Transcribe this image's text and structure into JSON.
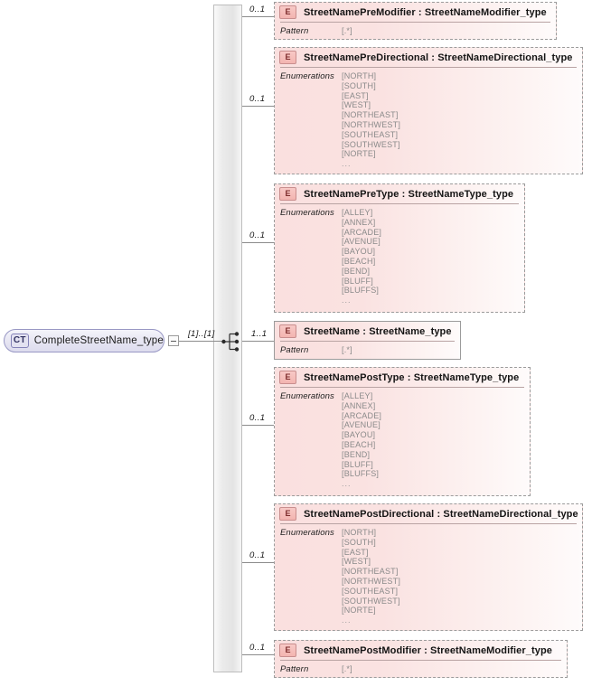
{
  "diagram": {
    "type": "xsd-schema-diagram",
    "root": {
      "badge": "CT",
      "label": "CompleteStreetName_type",
      "cardinality": "[1]..[1]"
    },
    "compositor": "sequence",
    "element_badge": "E",
    "facet_labels": {
      "pattern": "Pattern",
      "enumerations": "Enumerations"
    },
    "ellipsis": "...",
    "elements": [
      {
        "name": "StreetNamePreModifier",
        "type": "StreetNameModifier_type",
        "title": "StreetNamePreModifier : StreetNameModifier_type",
        "cardinality": "0..1",
        "required": false,
        "facet": "Pattern",
        "pattern": "[.*]",
        "enumerations": []
      },
      {
        "name": "StreetNamePreDirectional",
        "type": "StreetNameDirectional_type",
        "title": "StreetNamePreDirectional : StreetNameDirectional_type",
        "cardinality": "0..1",
        "required": false,
        "facet": "Enumerations",
        "pattern": "",
        "enumerations": [
          "[NORTH]",
          "[SOUTH]",
          "[EAST]",
          "[WEST]",
          "[NORTHEAST]",
          "[NORTHWEST]",
          "[SOUTHEAST]",
          "[SOUTHWEST]",
          "[NORTE]",
          "..."
        ]
      },
      {
        "name": "StreetNamePreType",
        "type": "StreetNameType_type",
        "title": "StreetNamePreType : StreetNameType_type",
        "cardinality": "0..1",
        "required": false,
        "facet": "Enumerations",
        "pattern": "",
        "enumerations": [
          "[ALLEY]",
          "[ANNEX]",
          "[ARCADE]",
          "[AVENUE]",
          "[BAYOU]",
          "[BEACH]",
          "[BEND]",
          "[BLUFF]",
          "[BLUFFS]",
          "..."
        ]
      },
      {
        "name": "StreetName",
        "type": "StreetName_type",
        "title": "StreetName : StreetName_type",
        "cardinality": "1..1",
        "required": true,
        "facet": "Pattern",
        "pattern": "[.*]",
        "enumerations": []
      },
      {
        "name": "StreetNamePostType",
        "type": "StreetNameType_type",
        "title": "StreetNamePostType : StreetNameType_type",
        "cardinality": "0..1",
        "required": false,
        "facet": "Enumerations",
        "pattern": "",
        "enumerations": [
          "[ALLEY]",
          "[ANNEX]",
          "[ARCADE]",
          "[AVENUE]",
          "[BAYOU]",
          "[BEACH]",
          "[BEND]",
          "[BLUFF]",
          "[BLUFFS]",
          "..."
        ]
      },
      {
        "name": "StreetNamePostDirectional",
        "type": "StreetNameDirectional_type",
        "title": "StreetNamePostDirectional : StreetNameDirectional_type",
        "cardinality": "0..1",
        "required": false,
        "facet": "Enumerations",
        "pattern": "",
        "enumerations": [
          "[NORTH]",
          "[SOUTH]",
          "[EAST]",
          "[WEST]",
          "[NORTHEAST]",
          "[NORTHWEST]",
          "[SOUTHEAST]",
          "[SOUTHWEST]",
          "[NORTE]",
          "..."
        ]
      },
      {
        "name": "StreetNamePostModifier",
        "type": "StreetNameModifier_type",
        "title": "StreetNamePostModifier : StreetNameModifier_type",
        "cardinality": "0..1",
        "required": false,
        "facet": "Pattern",
        "pattern": "[.*]",
        "enumerations": []
      }
    ],
    "colors": {
      "element_fill": "#fae0df",
      "element_border": "#9b9b9b",
      "badge_fill": "#f3b4b0",
      "ct_fill": "#e6e5f2",
      "ct_border": "#9897c4",
      "band_fill": "#e9e9e9",
      "line": "#8c8c8c",
      "facet_value_text": "#8a8a8a"
    }
  }
}
